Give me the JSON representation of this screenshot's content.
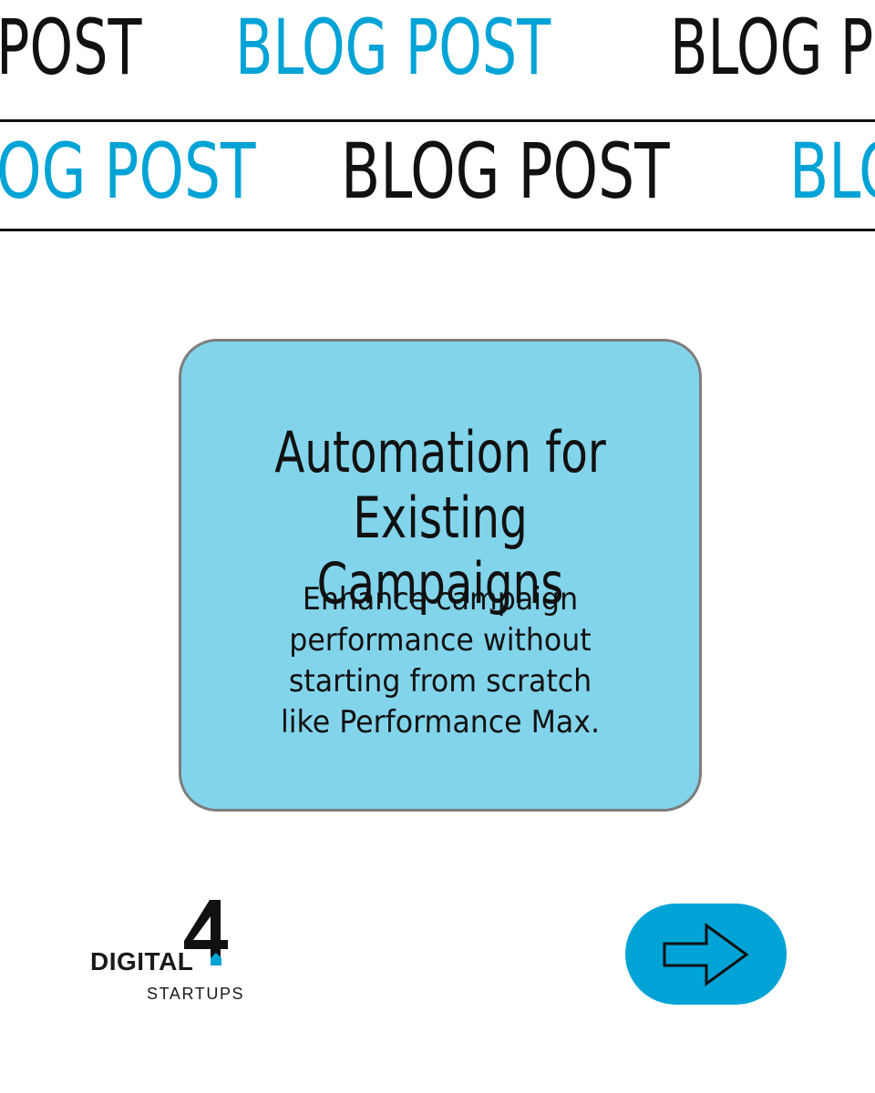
{
  "colors": {
    "accent_blue": "#00A3D6",
    "card_fill": "#82D4EB",
    "card_border": "#7D7D7D",
    "text_dark": "#111111",
    "background": "#FFFFFF"
  },
  "ticker": {
    "row1": [
      "POST",
      "BLOG POST",
      "BLOG P"
    ],
    "row2": [
      "OG POST",
      "BLOG POST",
      "BLO"
    ]
  },
  "card": {
    "title": "Automation for\nExisting Campaigns",
    "body": "Enhance campaign\nperformance without\nstarting from scratch\nlike Performance Max."
  },
  "logo": {
    "digit": "4",
    "word": "DIGITAL",
    "subtitle": "STARTUPS"
  },
  "next_button": {
    "icon": "right-arrow-icon"
  }
}
